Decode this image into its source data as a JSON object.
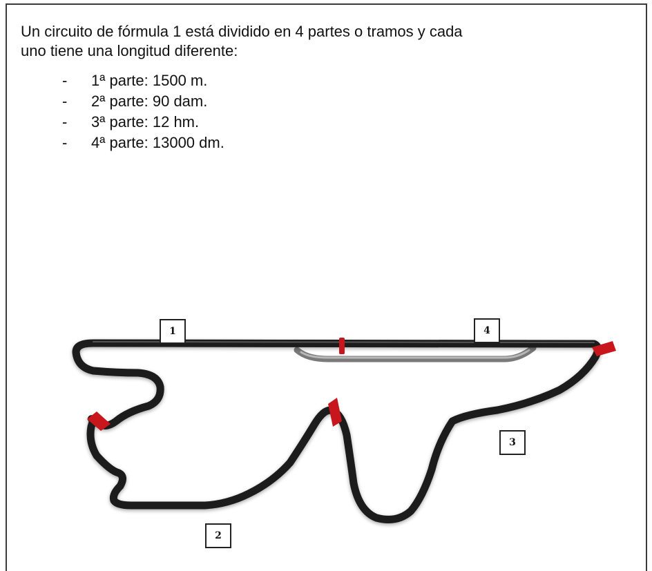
{
  "problem": {
    "intro_line_1": "Un circuito de fórmula 1 está dividido en 4 partes o tramos y cada",
    "intro_line_2": "uno tiene una longitud diferente:",
    "parts": [
      {
        "dash": "-",
        "text": "1ª parte: 1500 m."
      },
      {
        "dash": "-",
        "text": "2ª parte: 90 dam."
      },
      {
        "dash": "-",
        "text": "3ª parte: 12 hm."
      },
      {
        "dash": "-",
        "text": "4ª parte: 13000 dm."
      }
    ]
  },
  "track": {
    "section_labels": [
      "1",
      "2",
      "3",
      "4"
    ],
    "track_color": "#1e1e1e",
    "marker_color": "#c8161d"
  }
}
